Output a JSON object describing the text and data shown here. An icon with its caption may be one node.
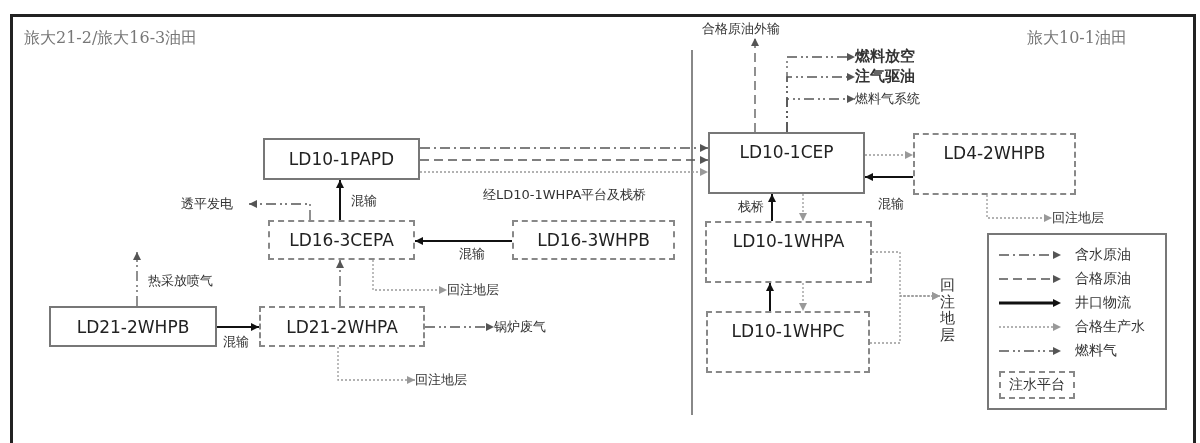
{
  "diagram": {
    "nodes": [
      {
        "text": [
          "LD10-1PAPD"
        ]
      },
      {
        "text": [
          "LD16-3CEPA"
        ]
      },
      {
        "text": [
          "LD16-3WHPB"
        ]
      },
      {
        "text": [
          "LD21-2WHPB"
        ]
      },
      {
        "text": [
          "LD21-2WHPA"
        ]
      },
      {
        "text": [
          "LD10-1CEP"
        ]
      },
      {
        "text": [
          "LD4-2WHPB"
        ]
      },
      {
        "text": [
          "LD10-1WHPA"
        ]
      },
      {
        "text": [
          "LD10-1WHPC"
        ]
      },
      {
        "text": [
          "透平发电"
        ]
      },
      {
        "text": [
          "回注地层"
        ]
      },
      {
        "text": [
          "锅炉废气"
        ]
      },
      {
        "text": [
          "回注地层"
        ]
      },
      {
        "text": [
          "合格原油外输"
        ]
      },
      {
        "text": [
          "燃料放空"
        ]
      },
      {
        "text": [
          "注气驱油"
        ]
      },
      {
        "text": [
          "燃料气系统"
        ]
      },
      {
        "text": [
          "回注地层"
        ]
      },
      {
        "text": [
          "回注地层"
        ]
      }
    ],
    "edges": [
      {
        "from": 0,
        "to": 5,
        "arrow": "to",
        "style": "dashed"
      },
      {
        "from": 0,
        "to": 5,
        "arrow": "to",
        "style": "dashed"
      },
      {
        "from": 0,
        "to": 5,
        "arrow": "to",
        "style": "dashed",
        "color": "#999999",
        "label": "经LD10-1WHPA平台及栈桥"
      },
      {
        "from": 1,
        "to": 0,
        "arrow": "to",
        "color": "#111111",
        "label": "混输"
      },
      {
        "from": 1,
        "to": 9,
        "arrow": "to",
        "style": "dashed"
      },
      {
        "from": 2,
        "to": 1,
        "arrow": "to",
        "color": "#111111",
        "label": "混输"
      },
      {
        "from": 1,
        "to": 10,
        "arrow": "to",
        "style": "dashed",
        "color": "#999999"
      },
      {
        "from": 3,
        "to": 4,
        "arrow": "to",
        "color": "#111111",
        "label": "混输"
      },
      {
        "from": 3,
        "to": null,
        "arrow": "to",
        "style": "dashed",
        "label": "热采放喷气"
      },
      {
        "from": 4,
        "to": 1,
        "arrow": "to",
        "style": "dashed"
      },
      {
        "from": 4,
        "to": 11,
        "arrow": "to",
        "style": "dashed"
      },
      {
        "from": 4,
        "to": 12,
        "arrow": "to",
        "style": "dashed",
        "color": "#999999"
      },
      {
        "from": 5,
        "to": 13,
        "arrow": "to",
        "style": "dashed"
      },
      {
        "from": 5,
        "to": 14,
        "arrow": "to",
        "style": "dashed"
      },
      {
        "from": 5,
        "to": 15,
        "arrow": "to",
        "style": "dashed"
      },
      {
        "from": 5,
        "to": 16,
        "arrow": "to",
        "style": "dashed"
      },
      {
        "from": 5,
        "to": 6,
        "arrow": "to",
        "style": "dashed",
        "color": "#999999"
      },
      {
        "from": 6,
        "to": 5,
        "arrow": "to",
        "color": "#111111",
        "label": "混输"
      },
      {
        "from": 6,
        "to": 17,
        "arrow": "to",
        "style": "dashed",
        "color": "#999999"
      },
      {
        "from": 7,
        "to": 5,
        "arrow": "to",
        "color": "#111111",
        "label": "栈桥"
      },
      {
        "from": 5,
        "to": 7,
        "arrow": "to",
        "style": "dashed",
        "color": "#999999"
      },
      {
        "from": 8,
        "to": 7,
        "arrow": "to",
        "color": "#111111"
      },
      {
        "from": 7,
        "to": 8,
        "arrow": "to",
        "style": "dashed",
        "color": "#999999"
      },
      {
        "from": 7,
        "to": 18,
        "arrow": "to",
        "style": "dashed",
        "color": "#999999"
      },
      {
        "from": 8,
        "to": 18,
        "arrow": "to",
        "style": "dashed",
        "color": "#999999"
      }
    ],
    "labels": [
      "旅大21-2/旅大16-3油田",
      "旅大10-1油田"
    ],
    "legend": [
      {
        "text": "含水原油"
      },
      {
        "text": "合格原油"
      },
      {
        "text": "井口物流"
      },
      {
        "text": "合格生产水"
      },
      {
        "text": "燃料气"
      },
      {
        "text": "注水平台"
      }
    ]
  }
}
